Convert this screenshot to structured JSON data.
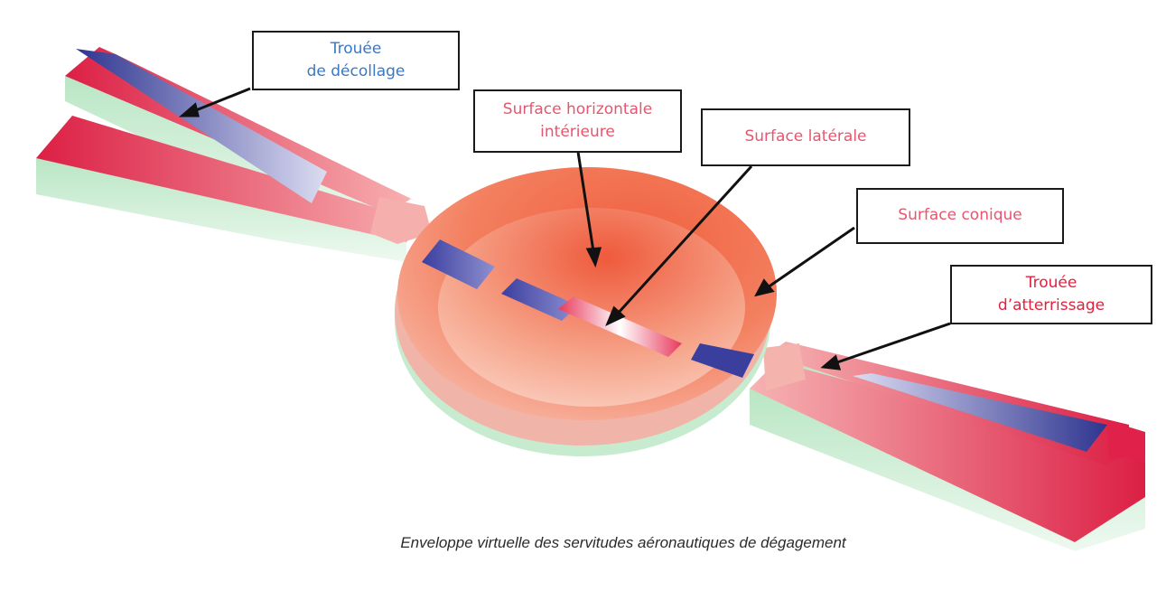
{
  "labels": {
    "decollage": "Trouée\nde décollage",
    "horizontale": "Surface horizontale\nintérieure",
    "laterale": "Surface latérale",
    "conique": "Surface conique",
    "atterrissage": "Trouée\nd’atterrissage"
  },
  "caption": "Enveloppe virtuelle des servitudes aéronautiques de dégagement",
  "colors": {
    "decollage_text": "#3a78c4",
    "surface_text": "#e8556e",
    "atterrissage_text": "#e0223f",
    "red": "#e2264a",
    "pink": "#f39a9a",
    "green": "#cfeed6",
    "blue": "#3c3f9e",
    "orange": "#ee5a40"
  }
}
